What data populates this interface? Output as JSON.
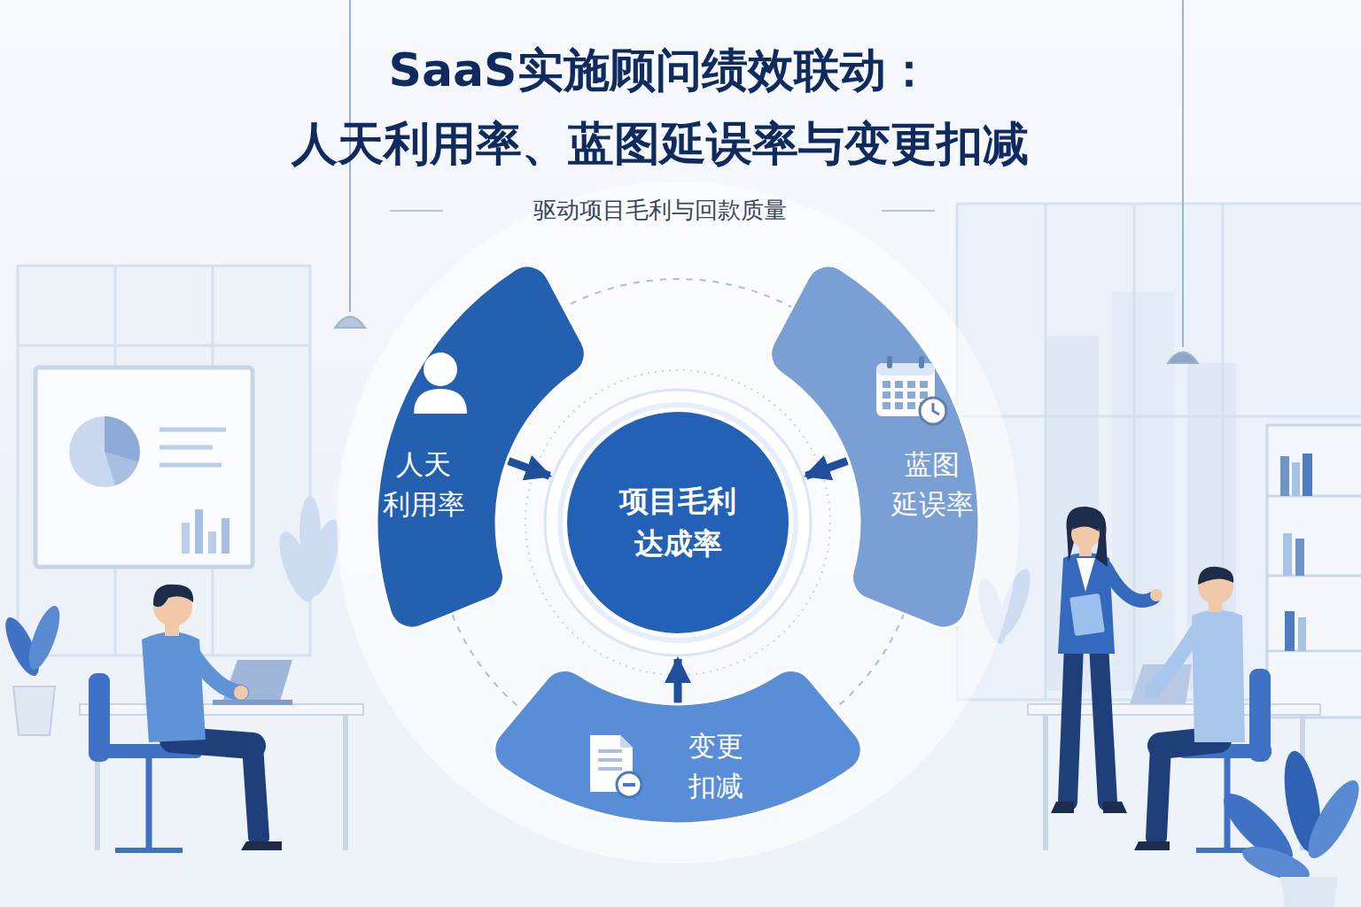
{
  "diagram": {
    "title": "SaaS实施顾问绩效联动： 人天利用率、蓝图延误率与变更扣减",
    "nodes": [
      {
        "text": [
          "人天 利用率"
        ]
      },
      {
        "text": [
          "项目毛利 达成率"
        ]
      },
      {
        "text": [
          "蓝图 延误率"
        ]
      },
      {
        "text": [
          "变更 扣减"
        ]
      }
    ],
    "edges": [
      {
        "from": 0,
        "to": 1,
        "arrow": "to"
      },
      {
        "from": 2,
        "to": 1,
        "arrow": "to"
      },
      {
        "from": 3,
        "to": 1,
        "arrow": "to"
      }
    ],
    "labels": [
      "驱动项目毛利与回款质量"
    ]
  }
}
